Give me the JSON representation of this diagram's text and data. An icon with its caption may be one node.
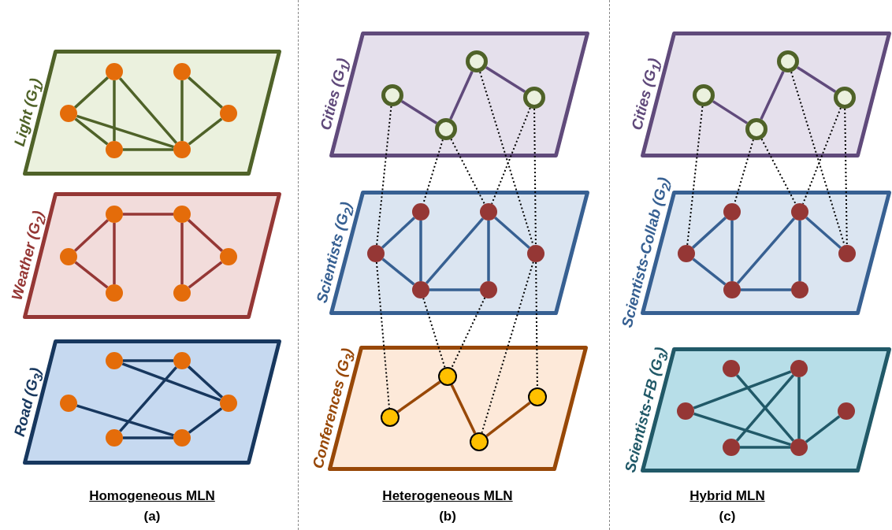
{
  "diagram": {
    "nodes": [
      {
        "text": [
          "Light (G$_{1}$)"
        ]
      },
      {
        "text": [],
        "shape": "circle",
        "in": 0
      },
      {
        "text": [],
        "shape": "circle",
        "in": 0
      },
      {
        "text": [],
        "shape": "circle",
        "in": 0
      },
      {
        "text": [],
        "shape": "circle",
        "in": 0
      },
      {
        "text": [],
        "shape": "circle",
        "in": 0
      },
      {
        "text": [],
        "shape": "circle",
        "in": 0
      },
      {
        "text": [
          "Weather (G$_{2}$)"
        ]
      },
      {
        "text": [],
        "shape": "circle",
        "in": 7
      },
      {
        "text": [],
        "shape": "circle",
        "in": 7
      },
      {
        "text": [],
        "shape": "circle",
        "in": 7
      },
      {
        "text": [],
        "shape": "circle",
        "in": 7
      },
      {
        "text": [],
        "shape": "circle",
        "in": 7
      },
      {
        "text": [],
        "shape": "circle",
        "in": 7
      },
      {
        "text": [
          "Road  (G$_{3}$)"
        ]
      },
      {
        "text": [],
        "shape": "circle",
        "in": 14
      },
      {
        "text": [],
        "shape": "circle",
        "in": 14
      },
      {
        "text": [],
        "shape": "circle",
        "in": 14
      },
      {
        "text": [],
        "shape": "circle",
        "in": 14
      },
      {
        "text": [],
        "shape": "circle",
        "in": 14
      },
      {
        "text": [],
        "shape": "circle",
        "in": 14
      },
      {
        "text": [
          "Cities (G$_{1}$)"
        ]
      },
      {
        "text": [],
        "shape": "circle",
        "in": 21
      },
      {
        "text": [],
        "shape": "circle",
        "in": 21
      },
      {
        "text": [],
        "shape": "circle",
        "in": 21
      },
      {
        "text": [],
        "shape": "circle",
        "in": 21
      },
      {
        "text": [
          "Scientists (G$_{2}$)"
        ]
      },
      {
        "text": [],
        "shape": "circle",
        "in": 26
      },
      {
        "text": [],
        "shape": "circle",
        "in": 26
      },
      {
        "text": [],
        "shape": "circle",
        "in": 26
      },
      {
        "text": [],
        "shape": "circle",
        "in": 26
      },
      {
        "text": [],
        "shape": "circle",
        "in": 26
      },
      {
        "text": [],
        "shape": "circle",
        "in": 26
      },
      {
        "text": [
          "Conferences (G$_{3}$)"
        ]
      },
      {
        "text": [],
        "shape": "circle",
        "in": 33
      },
      {
        "text": [],
        "shape": "circle",
        "in": 33
      },
      {
        "text": [],
        "shape": "circle",
        "in": 33
      },
      {
        "text": [],
        "shape": "circle",
        "in": 33
      },
      {
        "text": [
          "Cities (G$_{1}$)"
        ]
      },
      {
        "text": [],
        "shape": "circle",
        "in": 38
      },
      {
        "text": [],
        "shape": "circle",
        "in": 38
      },
      {
        "text": [],
        "shape": "circle",
        "in": 38
      },
      {
        "text": [],
        "shape": "circle",
        "in": 38
      },
      {
        "text": [
          "Scientists-Collab (G$_{2}$)"
        ]
      },
      {
        "text": [],
        "shape": "circle",
        "in": 43
      },
      {
        "text": [],
        "shape": "circle",
        "in": 43
      },
      {
        "text": [],
        "shape": "circle",
        "in": 43
      },
      {
        "text": [],
        "shape": "circle",
        "in": 43
      },
      {
        "text": [],
        "shape": "circle",
        "in": 43
      },
      {
        "text": [],
        "shape": "circle",
        "in": 43
      },
      {
        "text": [
          "Scientists-FB (G$_{3}$)"
        ]
      },
      {
        "text": [],
        "shape": "circle",
        "in": 50
      },
      {
        "text": [],
        "shape": "circle",
        "in": 50
      },
      {
        "text": [],
        "shape": "circle",
        "in": 50
      },
      {
        "text": [],
        "shape": "circle",
        "in": 50
      },
      {
        "text": [],
        "shape": "circle",
        "in": 50
      },
      {
        "text": [],
        "shape": "circle",
        "in": 50
      }
    ],
    "edges": [
      {
        "from": 1,
        "to": 3,
        "arrow": "none",
        "color": "#4f6228"
      },
      {
        "from": 1,
        "to": 5,
        "arrow": "none",
        "color": "#4f6228"
      },
      {
        "from": 1,
        "to": 6,
        "arrow": "none",
        "color": "#4f6228"
      },
      {
        "from": 3,
        "to": 5,
        "arrow": "none",
        "color": "#4f6228"
      },
      {
        "from": 3,
        "to": 6,
        "arrow": "none",
        "color": "#4f6228"
      },
      {
        "from": 5,
        "to": 6,
        "arrow": "none",
        "color": "#4f6228"
      },
      {
        "from": 2,
        "to": 6,
        "arrow": "none",
        "color": "#4f6228"
      },
      {
        "from": 2,
        "to": 4,
        "arrow": "none",
        "color": "#4f6228"
      },
      {
        "from": 4,
        "to": 6,
        "arrow": "none",
        "color": "#4f6228"
      },
      {
        "from": 8,
        "to": 9,
        "arrow": "none",
        "color": "#953735"
      },
      {
        "from": 8,
        "to": 10,
        "arrow": "none",
        "color": "#953735"
      },
      {
        "from": 8,
        "to": 12,
        "arrow": "none",
        "color": "#953735"
      },
      {
        "from": 10,
        "to": 12,
        "arrow": "none",
        "color": "#953735"
      },
      {
        "from": 9,
        "to": 13,
        "arrow": "none",
        "color": "#953735"
      },
      {
        "from": 9,
        "to": 11,
        "arrow": "none",
        "color": "#953735"
      },
      {
        "from": 11,
        "to": 13,
        "arrow": "none",
        "color": "#953735"
      },
      {
        "from": 15,
        "to": 16,
        "arrow": "none",
        "color": "#17375e"
      },
      {
        "from": 15,
        "to": 18,
        "arrow": "none",
        "color": "#17375e"
      },
      {
        "from": 16,
        "to": 18,
        "arrow": "none",
        "color": "#17375e"
      },
      {
        "from": 16,
        "to": 19,
        "arrow": "none",
        "color": "#17375e"
      },
      {
        "from": 17,
        "to": 20,
        "arrow": "none",
        "color": "#17375e"
      },
      {
        "from": 19,
        "to": 20,
        "arrow": "none",
        "color": "#17375e"
      },
      {
        "from": 18,
        "to": 20,
        "arrow": "none",
        "color": "#17375e"
      },
      {
        "from": 23,
        "to": 25,
        "arrow": "none",
        "color": "#604a7b"
      },
      {
        "from": 25,
        "to": 22,
        "arrow": "none",
        "color": "#604a7b"
      },
      {
        "from": 22,
        "to": 24,
        "arrow": "none",
        "color": "#604a7b"
      },
      {
        "from": 27,
        "to": 29,
        "arrow": "none",
        "color": "#376092"
      },
      {
        "from": 27,
        "to": 31,
        "arrow": "none",
        "color": "#376092"
      },
      {
        "from": 29,
        "to": 31,
        "arrow": "none",
        "color": "#376092"
      },
      {
        "from": 31,
        "to": 28,
        "arrow": "none",
        "color": "#376092"
      },
      {
        "from": 31,
        "to": 32,
        "arrow": "none",
        "color": "#376092"
      },
      {
        "from": 28,
        "to": 32,
        "arrow": "none",
        "color": "#376092"
      },
      {
        "from": 28,
        "to": 30,
        "arrow": "none",
        "color": "#376092"
      },
      {
        "from": 36,
        "to": 34,
        "arrow": "none",
        "color": "#984807"
      },
      {
        "from": 34,
        "to": 37,
        "arrow": "none",
        "color": "#984807"
      },
      {
        "from": 37,
        "to": 35,
        "arrow": "none",
        "color": "#984807"
      },
      {
        "from": 23,
        "to": 29,
        "arrow": "none",
        "style": "dashed"
      },
      {
        "from": 25,
        "to": 27,
        "arrow": "none",
        "style": "dashed"
      },
      {
        "from": 25,
        "to": 28,
        "arrow": "none",
        "style": "dashed"
      },
      {
        "from": 22,
        "to": 30,
        "arrow": "none",
        "style": "dashed"
      },
      {
        "from": 24,
        "to": 28,
        "arrow": "none",
        "style": "dashed"
      },
      {
        "from": 24,
        "to": 30,
        "arrow": "none",
        "style": "dashed"
      },
      {
        "from": 29,
        "to": 36,
        "arrow": "none",
        "style": "dashed"
      },
      {
        "from": 31,
        "to": 34,
        "arrow": "none",
        "style": "dashed"
      },
      {
        "from": 32,
        "to": 34,
        "arrow": "none",
        "style": "dashed"
      },
      {
        "from": 30,
        "to": 37,
        "arrow": "none",
        "style": "dashed"
      },
      {
        "from": 30,
        "to": 35,
        "arrow": "none",
        "style": "dashed"
      },
      {
        "from": 40,
        "to": 42,
        "arrow": "none",
        "color": "#604a7b"
      },
      {
        "from": 42,
        "to": 39,
        "arrow": "none",
        "color": "#604a7b"
      },
      {
        "from": 39,
        "to": 41,
        "arrow": "none",
        "color": "#604a7b"
      },
      {
        "from": 44,
        "to": 46,
        "arrow": "none",
        "color": "#376092"
      },
      {
        "from": 44,
        "to": 48,
        "arrow": "none",
        "color": "#376092"
      },
      {
        "from": 46,
        "to": 48,
        "arrow": "none",
        "color": "#376092"
      },
      {
        "from": 48,
        "to": 45,
        "arrow": "none",
        "color": "#376092"
      },
      {
        "from": 48,
        "to": 49,
        "arrow": "none",
        "color": "#376092"
      },
      {
        "from": 45,
        "to": 49,
        "arrow": "none",
        "color": "#376092"
      },
      {
        "from": 45,
        "to": 47,
        "arrow": "none",
        "color": "#376092"
      },
      {
        "from": 51,
        "to": 56,
        "arrow": "none",
        "color": "#215968"
      },
      {
        "from": 52,
        "to": 53,
        "arrow": "none",
        "color": "#215968"
      },
      {
        "from": 52,
        "to": 55,
        "arrow": "none",
        "color": "#215968"
      },
      {
        "from": 52,
        "to": 56,
        "arrow": "none",
        "color": "#215968"
      },
      {
        "from": 53,
        "to": 56,
        "arrow": "none",
        "color": "#215968"
      },
      {
        "from": 55,
        "to": 56,
        "arrow": "none",
        "color": "#215968"
      },
      {
        "from": 54,
        "to": 56,
        "arrow": "none",
        "color": "#215968"
      },
      {
        "from": 40,
        "to": 46,
        "arrow": "none",
        "style": "dashed"
      },
      {
        "from": 42,
        "to": 44,
        "arrow": "none",
        "style": "dashed"
      },
      {
        "from": 42,
        "to": 45,
        "arrow": "none",
        "style": "dashed"
      },
      {
        "from": 39,
        "to": 47,
        "arrow": "none",
        "style": "dashed"
      },
      {
        "from": 41,
        "to": 45,
        "arrow": "none",
        "style": "dashed"
      },
      {
        "from": 41,
        "to": 47,
        "arrow": "none",
        "style": "dashed"
      }
    ],
    "labels": [
      "Homogeneous MLN",
      "(a)",
      "Heterogeneous MLN",
      "(b)",
      "Hybrid MLN",
      "(c)"
    ]
  }
}
